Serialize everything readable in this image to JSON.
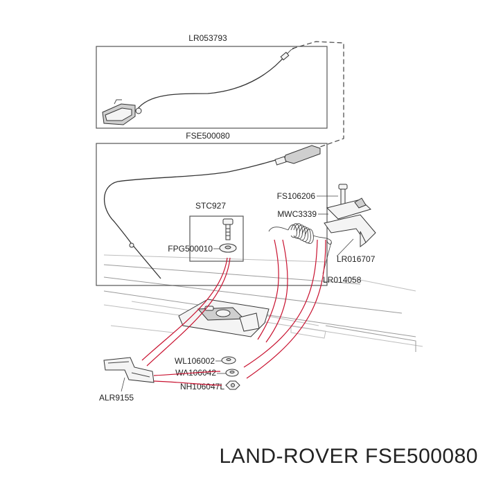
{
  "diagram": {
    "parts": {
      "lr053793": "LR053793",
      "fse500080": "FSE500080",
      "fs106206": "FS106206",
      "stc927": "STC927",
      "mwc3339": "MWC3339",
      "fpg500010": "FPG500010",
      "lr016707": "LR016707",
      "lr014058": "LR014058",
      "wl106002": "WL106002",
      "wa106042": "WA106042",
      "nh106047l": "NH106047L",
      "alr9155": "ALR9155"
    },
    "caption": "LAND-ROVER FSE500080"
  },
  "colors": {
    "callout_red": "#c8102e",
    "outline": "#333333",
    "background": "#ffffff"
  }
}
